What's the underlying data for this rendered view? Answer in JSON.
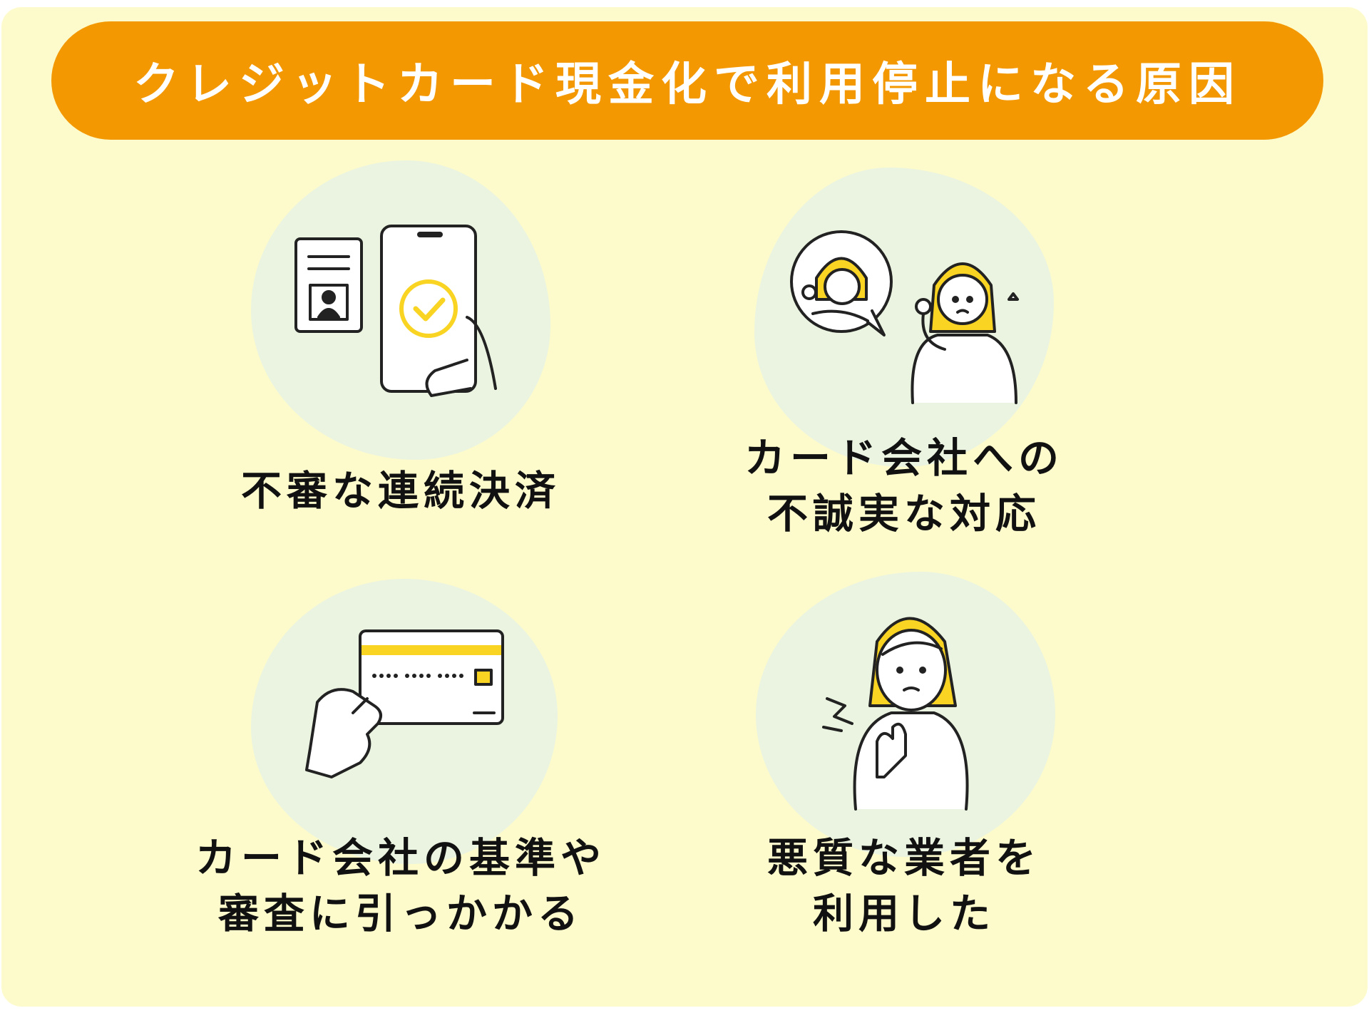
{
  "title": "クレジットカード現金化で利用停止になる原因",
  "colors": {
    "background": "#fdfbcc",
    "accent": "#f39800",
    "blob": "#eaf4e0",
    "yellow": "#f9d423",
    "ink": "#222222"
  },
  "items": [
    {
      "icon": "phone-id-verification-icon",
      "lines": [
        "不審な連続決済"
      ]
    },
    {
      "icon": "woman-phone-call-icon",
      "lines": [
        "カード会社への",
        "不誠実な対応"
      ]
    },
    {
      "icon": "hand-credit-card-icon",
      "lines": [
        "カード会社の基準や",
        "審査に引っかかる"
      ]
    },
    {
      "icon": "worried-woman-icon",
      "lines": [
        "悪質な業者を",
        "利用した"
      ]
    }
  ]
}
